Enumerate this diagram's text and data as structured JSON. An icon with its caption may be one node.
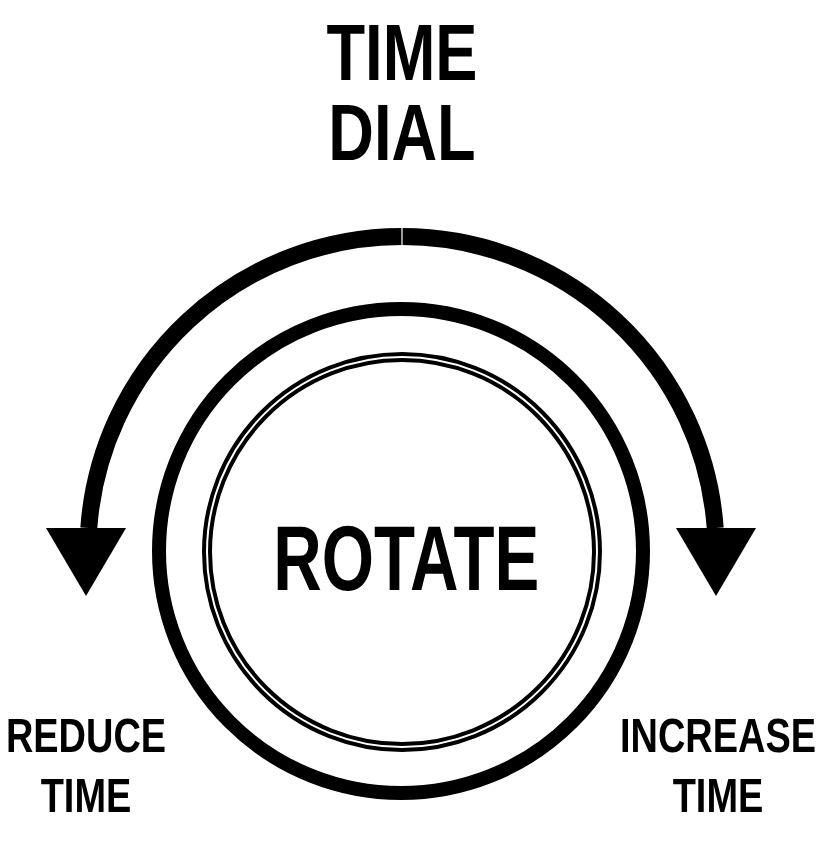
{
  "diagram": {
    "title": "TIME DIAL",
    "nodes": [
      {
        "text": [],
        "shape": "circle"
      },
      {
        "text": [
          "ROTATE"
        ],
        "in": 0
      }
    ],
    "labels": [
      "REDUCE TIME",
      "INCREASE TIME"
    ]
  }
}
